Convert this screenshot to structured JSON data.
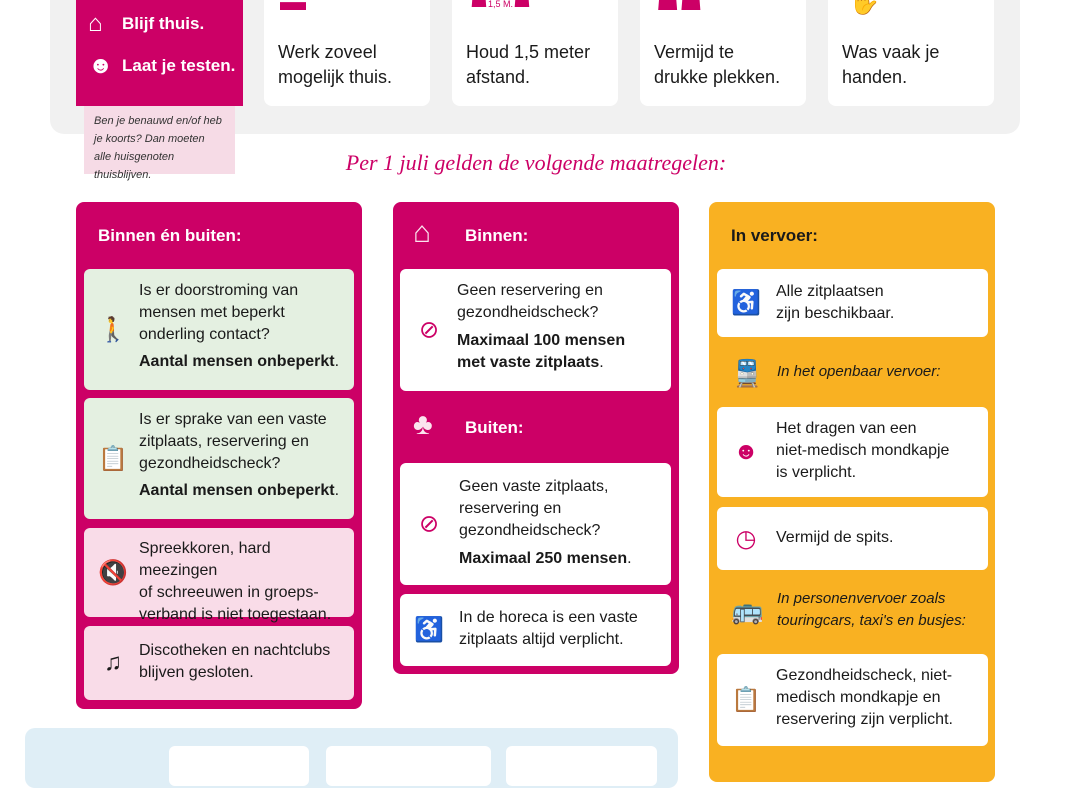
{
  "top_rule": {
    "items": [
      {
        "label": "Blijf thuis.",
        "icon": "house-icon"
      },
      {
        "label": "Laat je testen.",
        "icon": "person-test-icon"
      }
    ],
    "note": [
      "Ben je benauwd en/of heb",
      "je koorts? Dan moeten",
      "alle huisgenoten thuisblijven."
    ]
  },
  "top_cards": [
    {
      "text": [
        "Werk zoveel",
        "mogelijk thuis."
      ],
      "icon": "laptop-icon"
    },
    {
      "text": [
        "Houd 1,5 meter",
        "afstand."
      ],
      "icon": "distance-icon",
      "badge": "1,5 M."
    },
    {
      "text": [
        "Vermijd te",
        "drukke plekken."
      ],
      "icon": "crowd-icon"
    },
    {
      "text": [
        "Was vaak je",
        "handen."
      ],
      "icon": "hands-icon"
    }
  ],
  "subtitle": "Per 1 juli gelden de volgende maatregelen:",
  "col1": {
    "title": "Binnen én buiten:",
    "items": [
      {
        "lines": [
          "Is er doorstroming van",
          "mensen met beperkt",
          "onderling contact?"
        ],
        "bold": "Aantal mensen onbeperkt",
        "icon": "walking-people-icon"
      },
      {
        "lines": [
          "Is er sprake van een vaste",
          "zitplaats, reservering en",
          "gezondheidscheck?"
        ],
        "bold": "Aantal mensen onbeperkt",
        "icon": "clipboard-check-icon"
      },
      {
        "lines": [
          "Spreekkoren, hard meezingen",
          "of schreeuwen in groeps-",
          "verband is niet toegestaan."
        ],
        "icon": "muted-speaker-icon"
      },
      {
        "lines": [
          "Discotheken en nachtclubs",
          "blijven gesloten."
        ],
        "icon": "no-music-icon"
      }
    ]
  },
  "col2": {
    "title_in": "Binnen:",
    "title_out": "Buiten:",
    "in_item": {
      "lines": [
        "Geen reservering en",
        "gezondheidscheck?"
      ],
      "bold": [
        "Maximaal 100 mensen",
        "met vaste zitplaats"
      ],
      "icon": "no-checklist-icon"
    },
    "out_item": {
      "lines": [
        "Geen vaste zitplaats,",
        "reservering en",
        "gezondheidscheck?"
      ],
      "bold": [
        "Maximaal 250 mensen"
      ],
      "icon": "no-checklist-icon"
    },
    "horeca": {
      "lines": [
        "In de horeca is een vaste",
        "zitplaats altijd verplicht."
      ],
      "icon": "seated-person-icon"
    }
  },
  "col3": {
    "title": "In vervoer:",
    "seats": {
      "lines": [
        "Alle zitplaatsen",
        "zijn beschikbaar."
      ],
      "icon": "seated-person-icon"
    },
    "ov_label": "In het openbaar vervoer:",
    "mask": {
      "lines": [
        "Het dragen van een",
        "niet-medisch mondkapje",
        "is verplicht."
      ],
      "icon": "mask-person-icon"
    },
    "spits": {
      "lines": [
        "Vermijd de spits."
      ],
      "icon": "clock-icon"
    },
    "pv_label": [
      "In personenvervoer zoals",
      "touringcars, taxi's en busjes:"
    ],
    "check": {
      "lines": [
        "Gezondheidscheck, niet-",
        "medisch mondkapje en",
        "reservering zijn verplicht."
      ],
      "icon": "clipboard-check-icon"
    }
  },
  "colors": {
    "magenta": "#cc0066",
    "yellow": "#f9b122",
    "green": "#e4f0e1",
    "pink": "#f9dce8"
  }
}
